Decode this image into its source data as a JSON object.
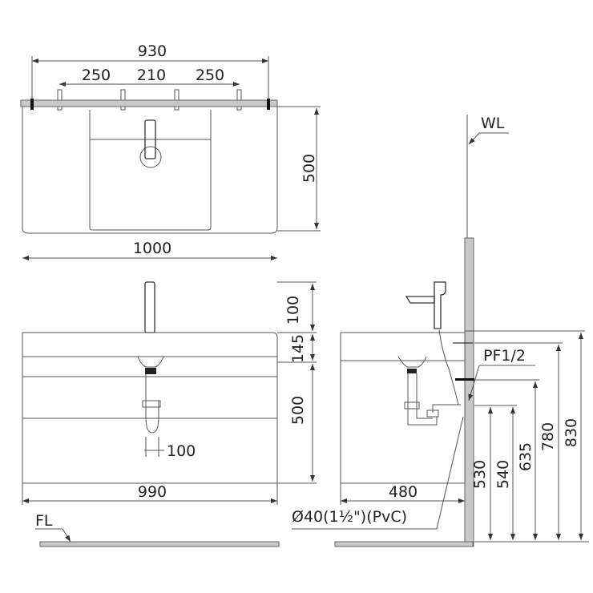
{
  "top_view": {
    "overall_mount_width": "930",
    "spacing_left": "250",
    "spacing_center": "210",
    "spacing_right": "250",
    "depth": "500",
    "width": "1000"
  },
  "front_view": {
    "faucet_height": "100",
    "counter_thickness": "145",
    "cabinet_height": "500",
    "drain_offset": "100",
    "cabinet_width": "990",
    "floor_label": "FL"
  },
  "side_view": {
    "wall_label": "WL",
    "supply_label": "PF1/2",
    "depth": "480",
    "drain_pipe_label": "Ø40(1½\")(PvC)",
    "heights": [
      "530",
      "540",
      "635",
      "780",
      "830"
    ]
  }
}
